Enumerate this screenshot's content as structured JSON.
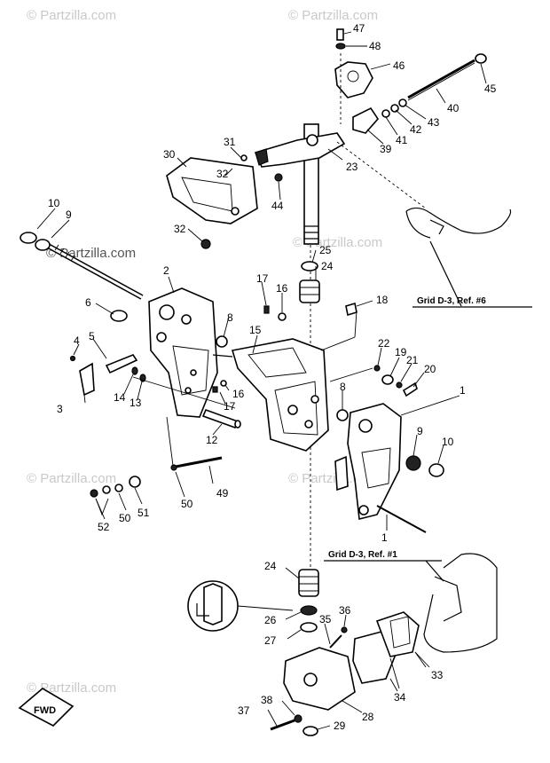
{
  "watermarks": [
    "© Partzilla.com",
    "© Partzilla.com",
    "© Partzilla.com",
    "© Partzilla.com",
    "© Partzilla.com",
    "© Partzilla.com",
    "© Partzilla.com"
  ],
  "references": {
    "grid_d3_ref6": "Grid D-3, Ref. #6",
    "grid_d3_ref1": "Grid D-3, Ref. #1"
  },
  "fwd_label": "FWD",
  "callouts": {
    "c1": "1",
    "c1b": "1",
    "c2": "2",
    "c3": "3",
    "c4": "4",
    "c5": "5",
    "c6": "6",
    "c8": "8",
    "c8b": "8",
    "c9": "9",
    "c9b": "9",
    "c10": "10",
    "c10b": "10",
    "c12": "12",
    "c13": "13",
    "c14": "14",
    "c15": "15",
    "c16": "16",
    "c16b": "16",
    "c17": "17",
    "c17b": "17",
    "c18": "18",
    "c19": "19",
    "c20": "20",
    "c21": "21",
    "c22": "22",
    "c23": "23",
    "c24": "24",
    "c24b": "24",
    "c25": "25",
    "c26": "26",
    "c27": "27",
    "c28": "28",
    "c29": "29",
    "c30": "30",
    "c31": "31",
    "c32": "32",
    "c32b": "32",
    "c33": "33",
    "c34": "34",
    "c35": "35",
    "c36": "36",
    "c37": "37",
    "c38": "38",
    "c39": "39",
    "c40": "40",
    "c41": "41",
    "c42": "42",
    "c43": "43",
    "c44": "44",
    "c45": "45",
    "c46": "46",
    "c47": "47",
    "c48": "48",
    "c49": "49",
    "c50": "50",
    "c50b": "50",
    "c51": "51",
    "c52": "52"
  }
}
